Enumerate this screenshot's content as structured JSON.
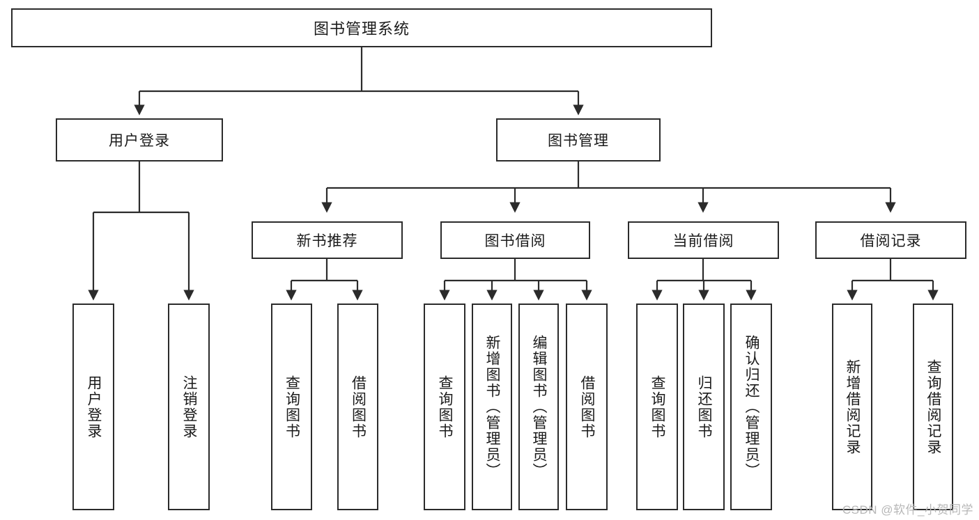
{
  "diagram": {
    "type": "tree-hierarchy-chart",
    "title": "图书管理系统",
    "watermark": "CSDN @软件_小贺同学",
    "colors": {
      "stroke": "#2b2b2b",
      "fill": "#ffffff",
      "text": "#1a1a1a",
      "watermark": "#b7b7b7"
    },
    "nodes": {
      "root": {
        "label": "图书管理系统",
        "orientation": "horizontal"
      },
      "level2": [
        {
          "id": "user-login",
          "label": "用户登录",
          "orientation": "horizontal"
        },
        {
          "id": "book-manage",
          "label": "图书管理",
          "orientation": "horizontal"
        }
      ],
      "level3": [
        {
          "id": "new-book-recommend",
          "label": "新书推荐",
          "orientation": "horizontal"
        },
        {
          "id": "book-borrow",
          "label": "图书借阅",
          "orientation": "horizontal"
        },
        {
          "id": "current-borrow",
          "label": "当前借阅",
          "orientation": "horizontal"
        },
        {
          "id": "borrow-record",
          "label": "借阅记录",
          "orientation": "horizontal"
        }
      ],
      "leaves": [
        {
          "id": "leaf-user-login",
          "parent": "user-login",
          "label": "用户登录",
          "orientation": "vertical"
        },
        {
          "id": "leaf-logout",
          "parent": "user-login",
          "label": "注销登录",
          "orientation": "vertical"
        },
        {
          "id": "leaf-query-book-1",
          "parent": "new-book-recommend",
          "label": "查询图书",
          "orientation": "vertical"
        },
        {
          "id": "leaf-borrow-book-1",
          "parent": "new-book-recommend",
          "label": "借阅图书",
          "orientation": "vertical"
        },
        {
          "id": "leaf-query-book-2",
          "parent": "book-borrow",
          "label": "查询图书",
          "orientation": "vertical"
        },
        {
          "id": "leaf-add-book",
          "parent": "book-borrow",
          "label": "新增图书（管理员）",
          "orientation": "vertical"
        },
        {
          "id": "leaf-edit-book",
          "parent": "book-borrow",
          "label": "编辑图书（管理员）",
          "orientation": "vertical"
        },
        {
          "id": "leaf-borrow-book-2",
          "parent": "book-borrow",
          "label": "借阅图书",
          "orientation": "vertical"
        },
        {
          "id": "leaf-query-book-3",
          "parent": "current-borrow",
          "label": "查询图书",
          "orientation": "vertical"
        },
        {
          "id": "leaf-return-book",
          "parent": "current-borrow",
          "label": "归还图书",
          "orientation": "vertical"
        },
        {
          "id": "leaf-confirm-return",
          "parent": "current-borrow",
          "label": "确认归还（管理员）",
          "orientation": "vertical"
        },
        {
          "id": "leaf-add-record",
          "parent": "borrow-record",
          "label": "新增借阅记录",
          "orientation": "vertical"
        },
        {
          "id": "leaf-query-record",
          "parent": "borrow-record",
          "label": "查询借阅记录",
          "orientation": "vertical"
        }
      ]
    }
  }
}
